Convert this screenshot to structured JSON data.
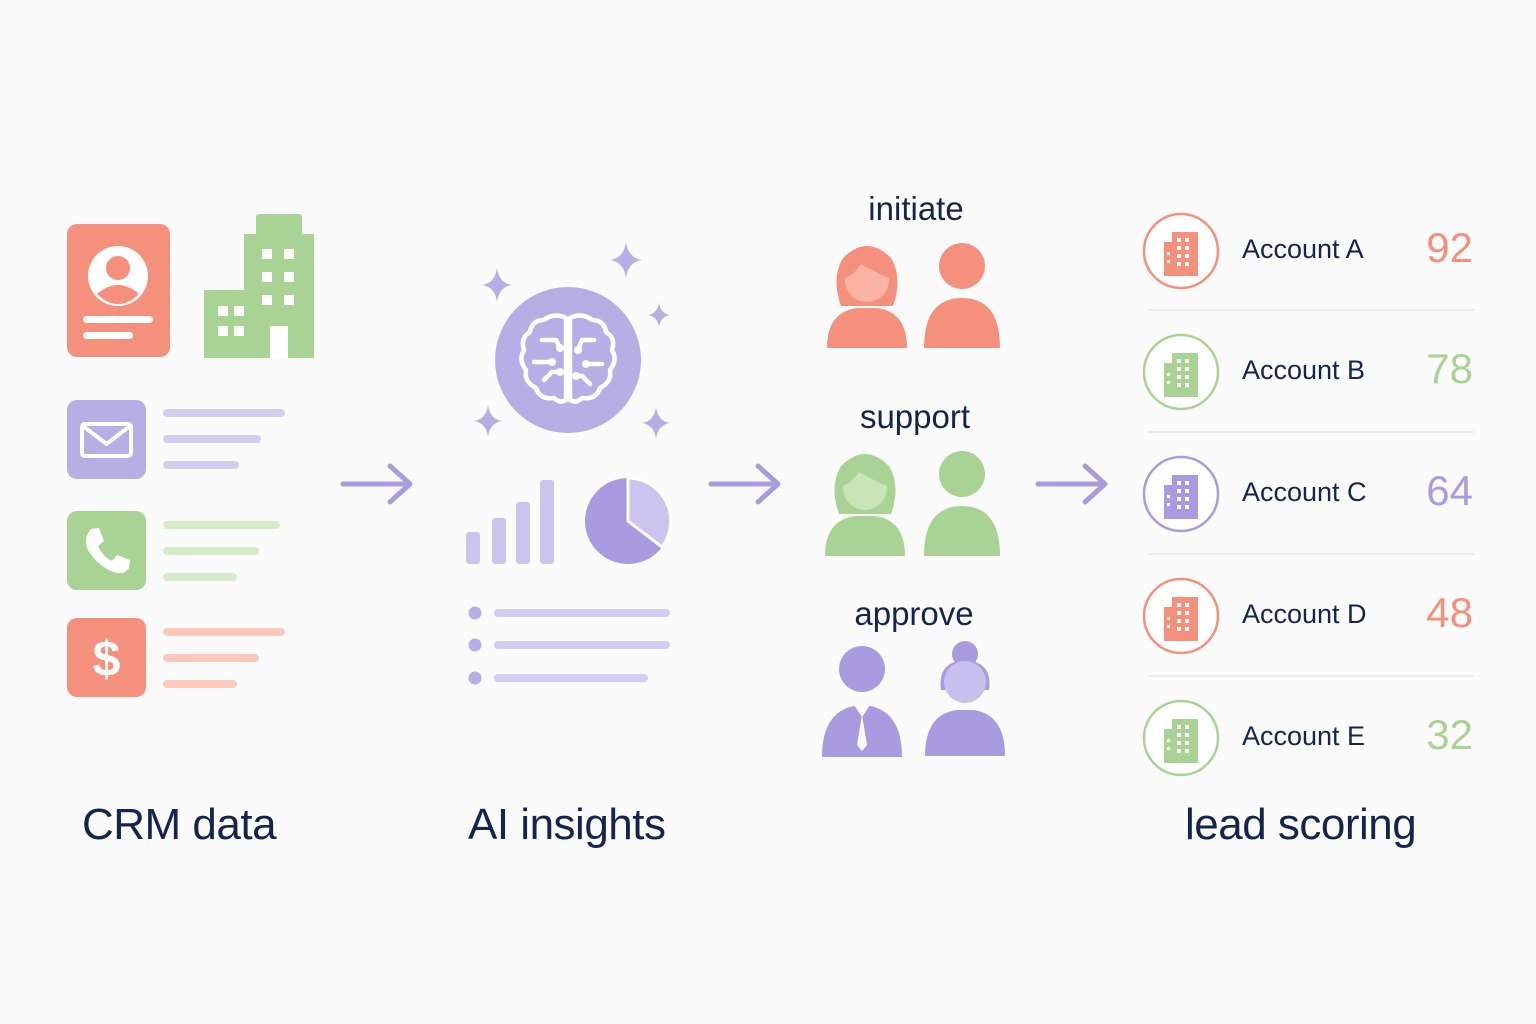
{
  "stages": {
    "crm": {
      "label": "CRM data"
    },
    "ai": {
      "label": "AI insights"
    },
    "scoring": {
      "label": "lead scoring"
    }
  },
  "roles": [
    {
      "label": "initiate",
      "color": "#f4907c"
    },
    {
      "label": "support",
      "color": "#a9d394"
    },
    {
      "label": "approve",
      "color": "#a99be0"
    }
  ],
  "crm_items": [
    {
      "icon": "contact-card-icon",
      "color": "#f4907c"
    },
    {
      "icon": "office-building-icon",
      "color": "#a9d394"
    },
    {
      "icon": "email-icon",
      "color": "#b7aee6"
    },
    {
      "icon": "phone-icon",
      "color": "#a9d394"
    },
    {
      "icon": "dollar-icon",
      "color": "#f4907c"
    }
  ],
  "ai_icons": [
    "brain-icon",
    "sparkle-icon",
    "bar-chart-icon",
    "pie-chart-icon",
    "bullet-list-icon"
  ],
  "accounts": [
    {
      "name": "Account A",
      "score": "92",
      "color": "#f4907c"
    },
    {
      "name": "Account B",
      "score": "78",
      "color": "#a9d394"
    },
    {
      "name": "Account C",
      "score": "64",
      "color": "#a99be0"
    },
    {
      "name": "Account D",
      "score": "48",
      "color": "#f4907c"
    },
    {
      "name": "Account E",
      "score": "32",
      "color": "#a9d394"
    }
  ],
  "colors": {
    "coral": "#f4907c",
    "green": "#a9d394",
    "lavender": "#a99be0",
    "navy": "#13254f",
    "arrow": "#a99be0"
  }
}
